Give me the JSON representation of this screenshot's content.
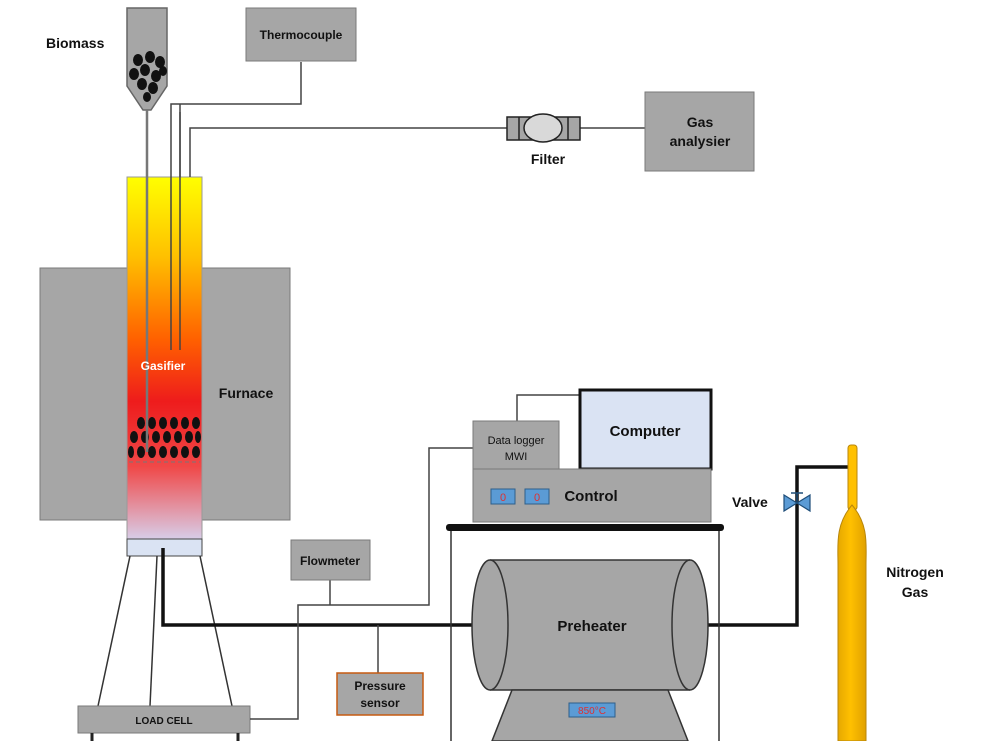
{
  "labels": {
    "biomass": "Biomass",
    "thermocouple": "Thermocouple",
    "filter": "Filter",
    "gas_analyser_line1": "Gas",
    "gas_analyser_line2": "analysier",
    "gasifier": "Gasifier",
    "furnace": "Furnace",
    "data_logger_line1": "Data logger",
    "data_logger_line2": "MWI",
    "computer": "Computer",
    "control": "Control",
    "control_display_1": "0",
    "control_display_2": "0",
    "valve": "Valve",
    "flowmeter": "Flowmeter",
    "nitrogen_line1": "Nitrogen",
    "nitrogen_line2": "Gas",
    "preheater": "Preheater",
    "preheater_display": "850°C",
    "pressure_sensor_line1": "Pressure",
    "pressure_sensor_line2": "sensor",
    "load_cell": "LOAD CELL"
  },
  "colors": {
    "box_fill": "#a6a6a6",
    "box_stroke": "#7a7a7a",
    "line": "#1a1a1a",
    "cylinder": "#ffc000",
    "display_fill": "#5b9bd5",
    "display_text": "#e03030",
    "computer_screen": "#dae3f3",
    "pressure_border": "#c55a11"
  }
}
